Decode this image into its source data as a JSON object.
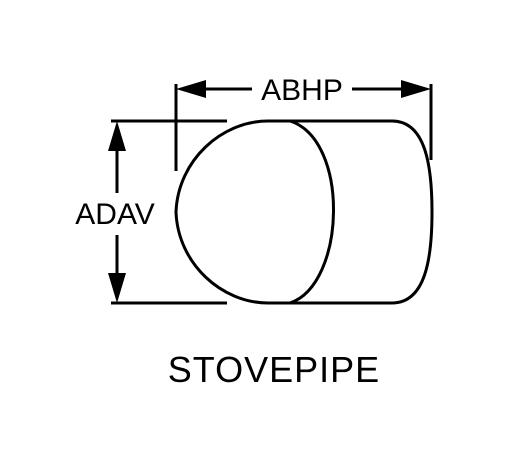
{
  "diagram": {
    "horizontal_dimension_label": "ABHP",
    "vertical_dimension_label": "ADAV",
    "caption": "STOVEPIPE",
    "line_color": "#000000",
    "background_color": "#ffffff"
  }
}
